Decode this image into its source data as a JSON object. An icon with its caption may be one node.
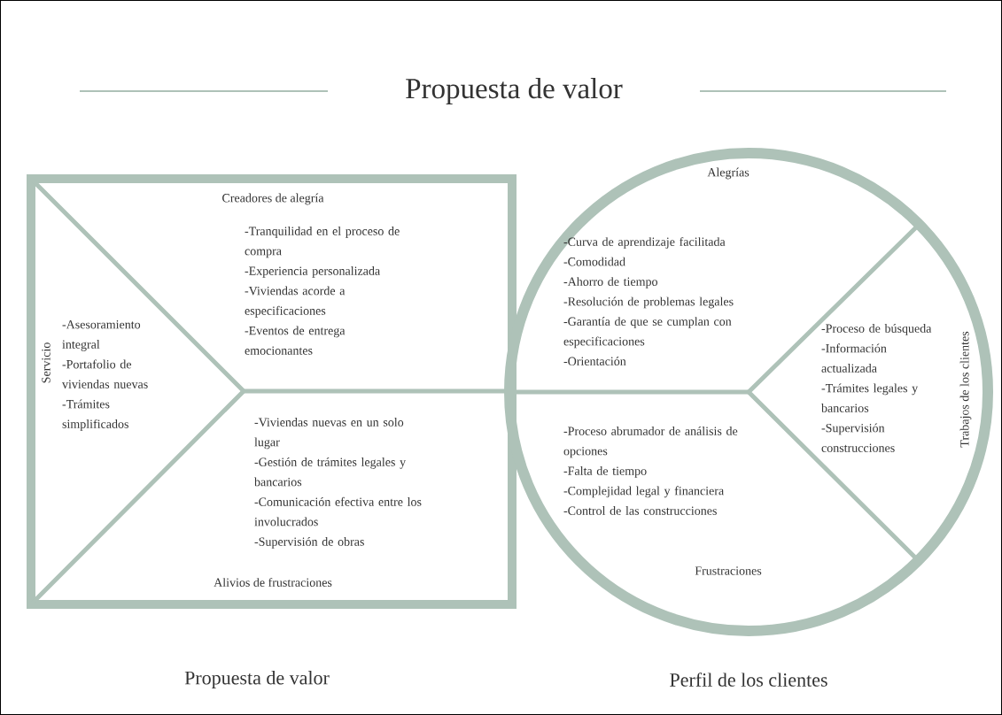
{
  "diagram": {
    "title": "Propuesta de valor",
    "nodes": [
      {
        "text": [
          "Propuesta de valor"
        ]
      },
      {
        "text": [
          "Servicio",
          "-Asesoramiento integral",
          "-Portafolio de viviendas nuevas",
          "-Trámites simplificados"
        ],
        "in": 0
      },
      {
        "text": [
          "Creadores de alegría",
          "-Tranquilidad en el proceso de compra",
          "-Experiencia personalizada",
          "-Viviendas acorde a especificaciones",
          "-Eventos de entrega emocionantes"
        ],
        "in": 0
      },
      {
        "text": [
          "Alivios de frustraciones",
          "-Viviendas nuevas en un solo lugar",
          "-Gestión de trámites legales y bancarios",
          "-Comunicación efectiva entre los involucrados",
          "-Supervisión de obras"
        ],
        "in": 0
      },
      {
        "text": [
          "Perfil de los clientes"
        ]
      },
      {
        "text": [
          "Alegrías",
          "-Curva de aprendizaje facilitada",
          "-Comodidad",
          "-Ahorro de tiempo",
          "-Resolución de problemas legales",
          "-Garantía de que se cumplan con especificaciones",
          "-Orientación"
        ],
        "in": 4
      },
      {
        "text": [
          "Trabajos de los clientes",
          "-Proceso de búsqueda",
          "-Información actualizada",
          "-Trámites legales y bancarios",
          "-Supervisión construcciones"
        ],
        "in": 4
      },
      {
        "text": [
          "Frustraciones",
          "-Proceso abrumador de análisis de opciones",
          "-Falta de tiempo",
          "-Complejidad legal y financiera",
          "-Control de las construcciones"
        ],
        "in": 4
      }
    ]
  }
}
